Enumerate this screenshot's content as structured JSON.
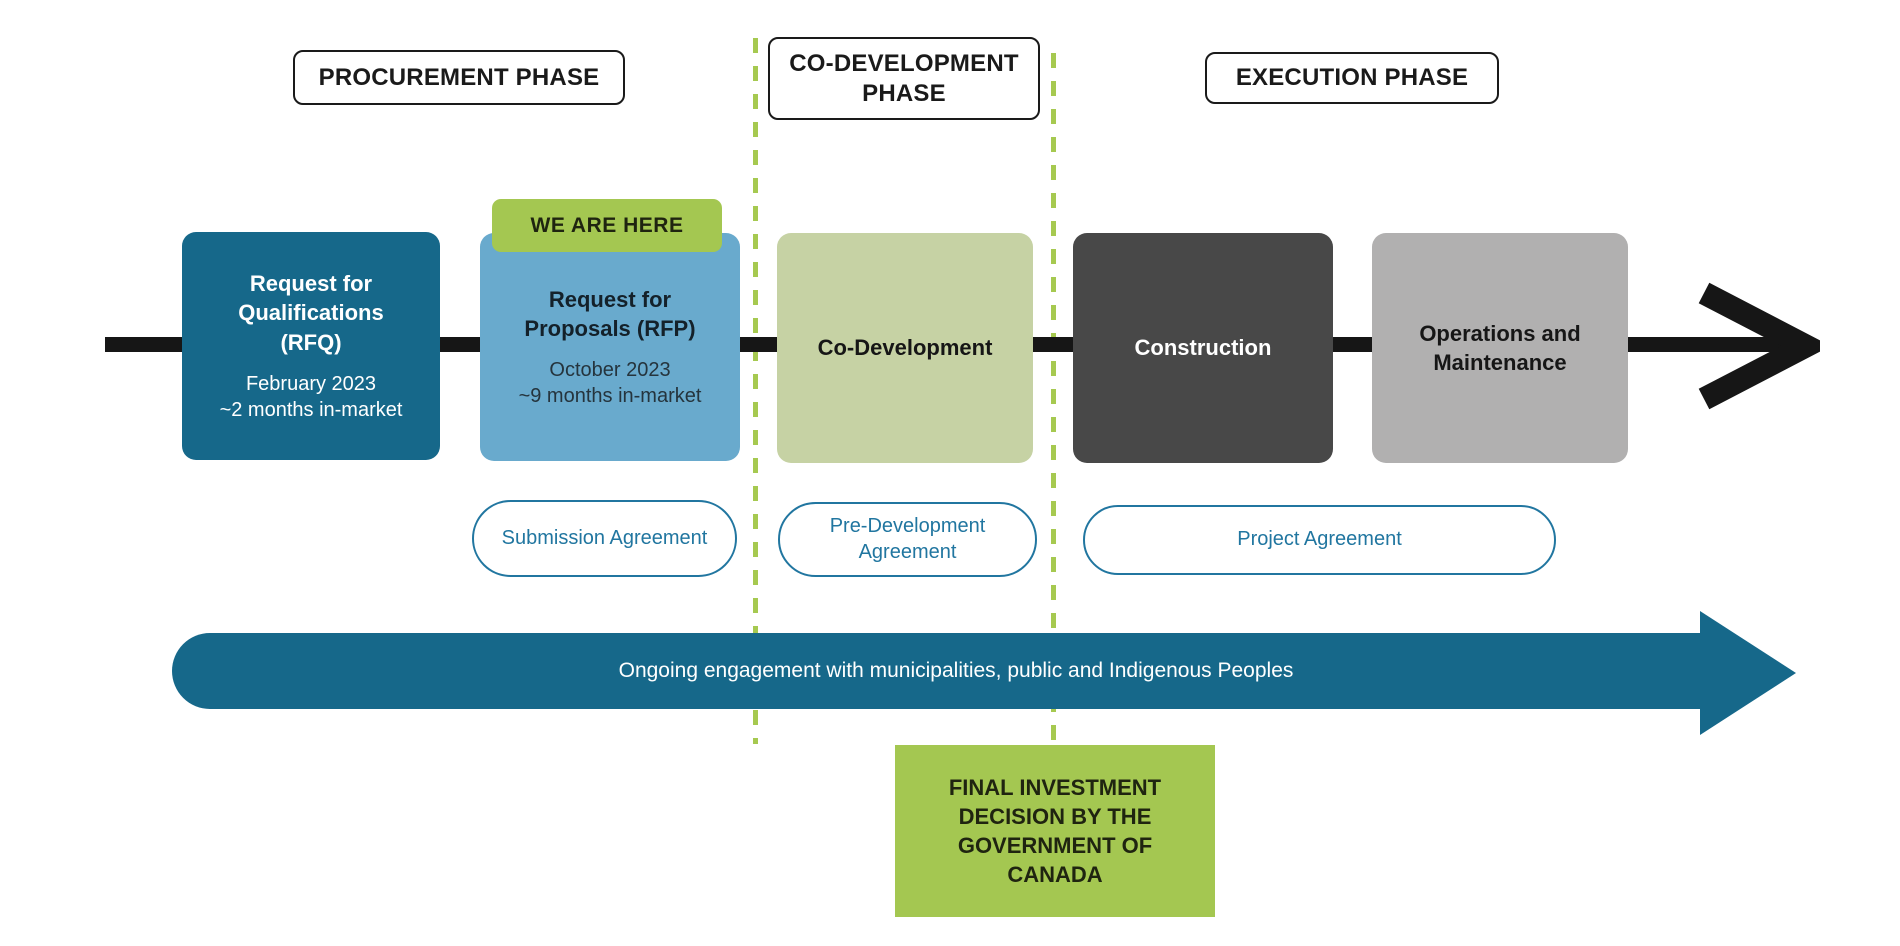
{
  "diagram": {
    "phase_labels": {
      "procurement": "PROCUREMENT PHASE",
      "co_development": "CO-DEVELOPMENT PHASE",
      "execution": "EXECUTION PHASE"
    },
    "we_are_here_label": "WE ARE HERE",
    "boxes": {
      "rfq": {
        "title": "Request for Qualifications (RFQ)",
        "date": "February 2023",
        "duration": "~2 months in-market"
      },
      "rfp": {
        "title": "Request for Proposals (RFP)",
        "date": "October 2023",
        "duration": "~9 months in-market"
      },
      "co_development": {
        "title": "Co-Development"
      },
      "construction": {
        "title": "Construction"
      },
      "operations": {
        "title": "Operations and Maintenance"
      }
    },
    "agreements": {
      "submission": "Submission Agreement",
      "pre_development": "Pre-Development Agreement",
      "project": "Project Agreement"
    },
    "engagement_banner": "Ongoing engagement with municipalities, public and Indigenous Peoples",
    "final_investment_decision": {
      "lines": [
        "FINAL INVESTMENT",
        "DECISION BY THE",
        "GOVERNMENT OF",
        "CANADA"
      ]
    },
    "colors": {
      "teal": "#16688a",
      "light_blue": "#69aacd",
      "sage": "#c6d2a4",
      "dark_gray": "#484848",
      "light_gray": "#b1b0b0",
      "lime_green": "#a4c751",
      "dash_green": "#a6c950",
      "pill_teal": "#2176a0",
      "timeline_black": "#161616"
    }
  }
}
